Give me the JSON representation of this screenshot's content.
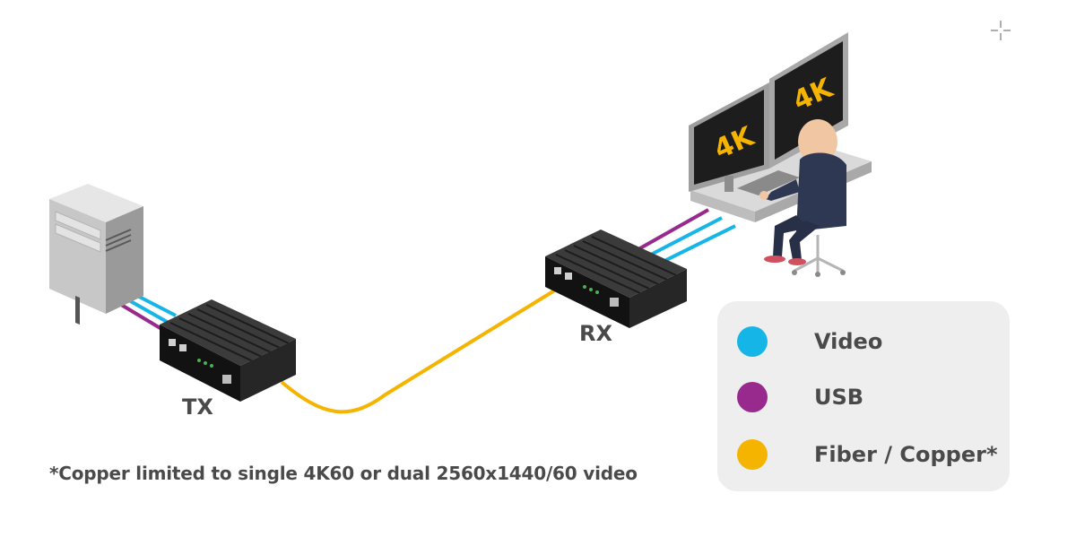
{
  "labels": {
    "tx": "TX",
    "rx": "RX"
  },
  "screens": {
    "left": "4K",
    "right": "4K"
  },
  "footnote": "*Copper limited to single 4K60 or dual 2560x1440/60 video",
  "legend": {
    "items": [
      {
        "label": "Video",
        "color": "#16b5e8"
      },
      {
        "label": "USB",
        "color": "#982a8e"
      },
      {
        "label": "Fiber / Copper*",
        "color": "#f4b400"
      }
    ]
  },
  "colors": {
    "video": "#16b5e8",
    "usb": "#982a8e",
    "fiber": "#f4b400"
  }
}
